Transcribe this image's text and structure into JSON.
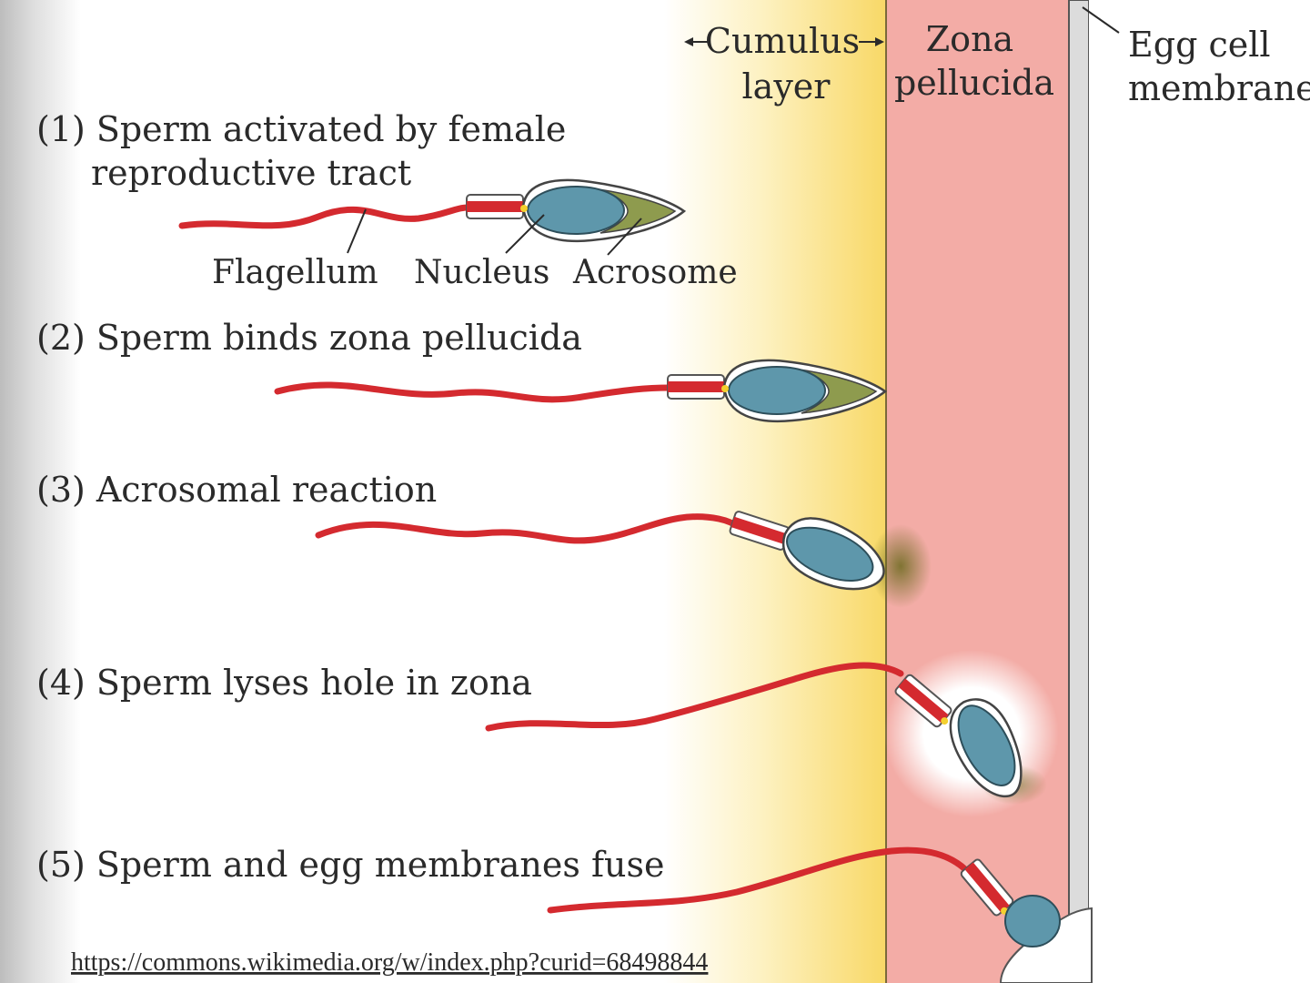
{
  "figure": {
    "region_labels": {
      "cumulus_line1": "Cumulus",
      "cumulus_line2": "layer",
      "zona_line1": "Zona",
      "zona_line2": "pellucida",
      "membrane_line1": "Egg cell",
      "membrane_line2": "membrane"
    },
    "steps": [
      {
        "number": "(1)",
        "line1": "Sperm activated by female",
        "line2": "reproductive tract"
      },
      {
        "number": "(2)",
        "line1": "Sperm binds zona pellucida"
      },
      {
        "number": "(3)",
        "line1": "Acrosomal reaction"
      },
      {
        "number": "(4)",
        "line1": "Sperm lyses hole in zona"
      },
      {
        "number": "(5)",
        "line1": "Sperm and egg membranes fuse"
      }
    ],
    "part_labels": {
      "flagellum": "Flagellum",
      "nucleus": "Nucleus",
      "acrosome": "Acrosome"
    },
    "source_url": "https://commons.wikimedia.org/w/index.php?curid=68498844",
    "colors": {
      "cumulus": "#fbe38a",
      "zona": "#f3aca6",
      "membrane": "#d9d9d9",
      "flagellum": "#d42a2f",
      "nucleus": "#5e97ab",
      "acrosome": "#8e9b4e"
    }
  }
}
